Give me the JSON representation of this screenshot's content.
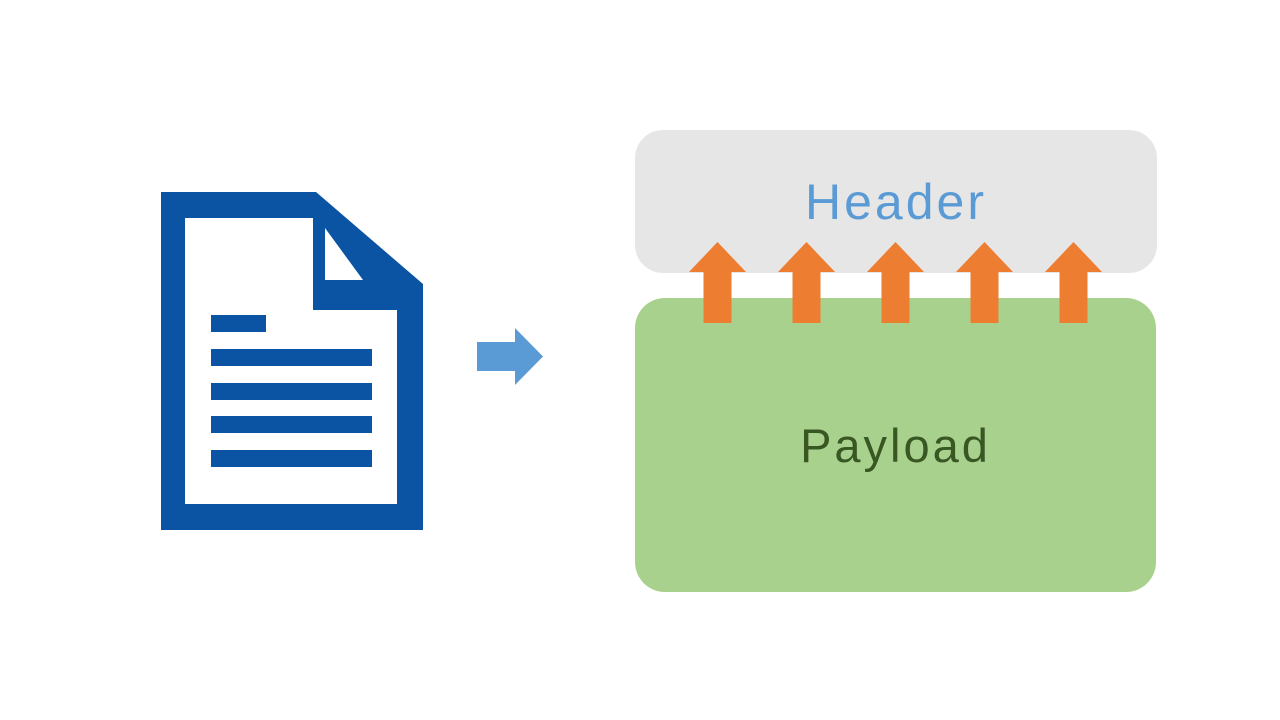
{
  "scene": {
    "background_color": "#FFFFFF",
    "description": "Diagram of a document being split into Header and Payload blocks"
  },
  "document_icon": {
    "label": "document-icon",
    "color": "#0B54A4",
    "text_line_count": 5
  },
  "transform_arrow": {
    "label": "right-arrow",
    "color": "#5B9BD5",
    "direction": "right"
  },
  "header_block": {
    "label": "Header",
    "bg_color": "#E7E6E6",
    "text_color": "#5B9BD5"
  },
  "payload_block": {
    "label": "Payload",
    "bg_color": "#A9D18E",
    "text_color": "#385723"
  },
  "up_arrows": {
    "count": 5,
    "color": "#ED7D31",
    "direction": "up",
    "meaning": "fields moving from Payload into Header"
  }
}
